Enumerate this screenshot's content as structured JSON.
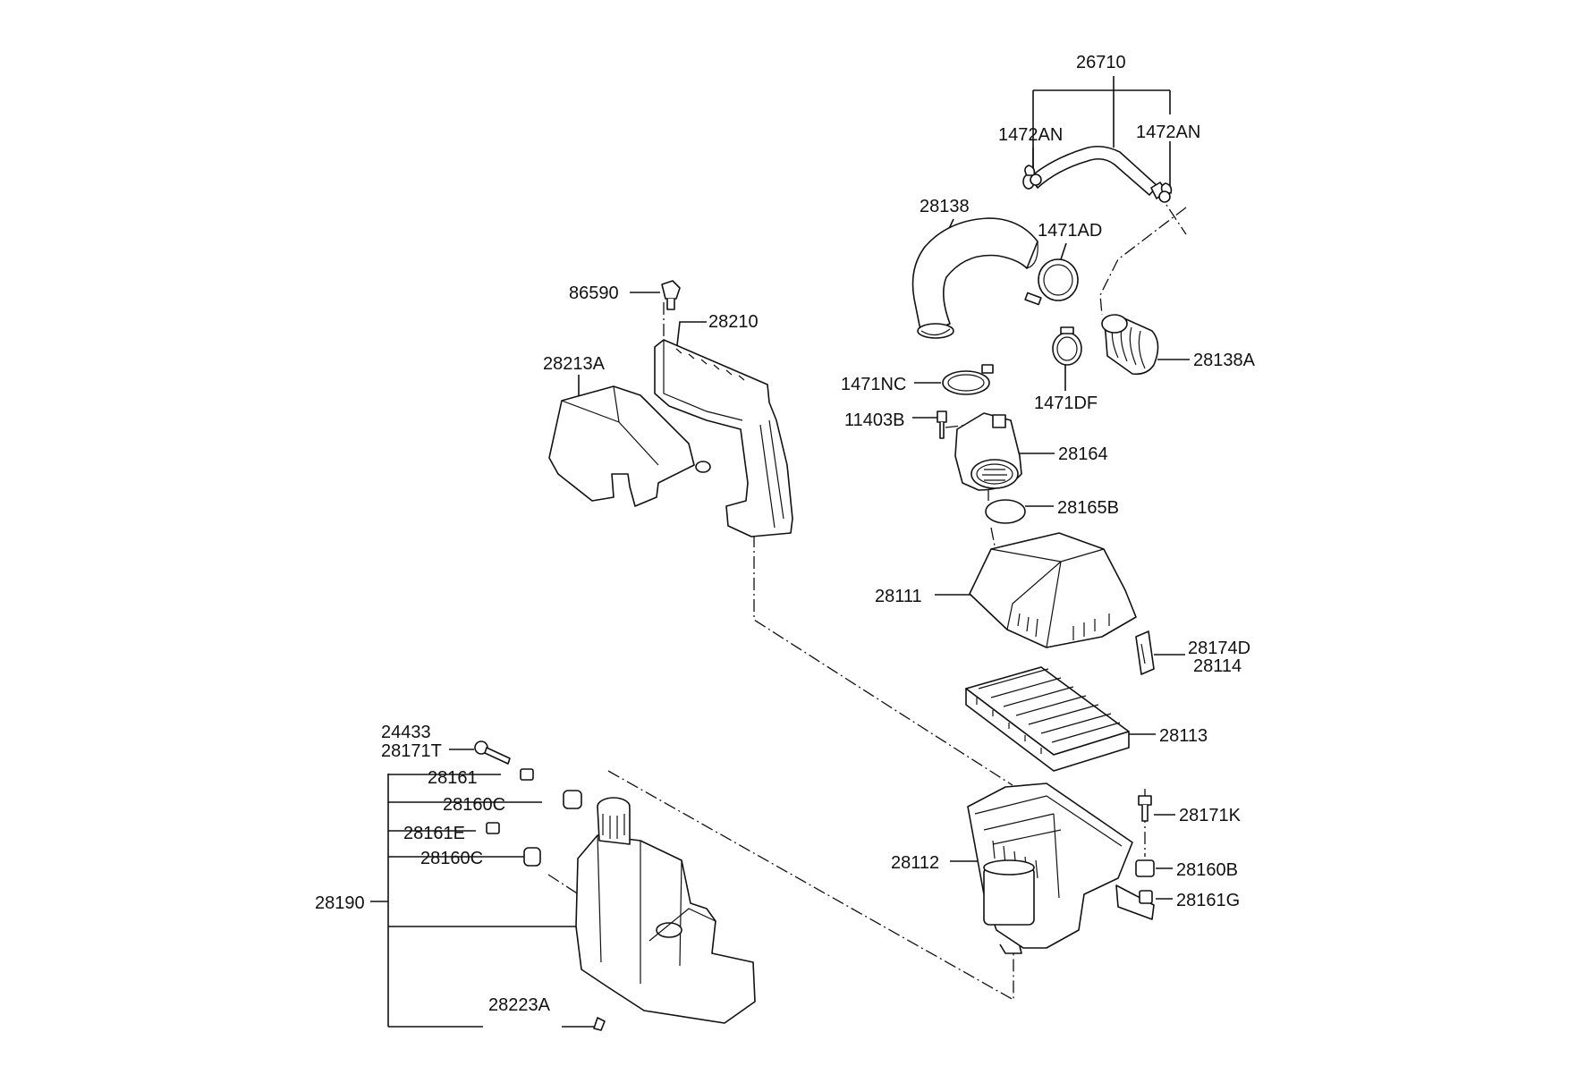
{
  "labels": {
    "p26710": "26710",
    "p1472AN_left": "1472AN",
    "p1472AN_right": "1472AN",
    "p28138": "28138",
    "p1471AD": "1471AD",
    "p86590": "86590",
    "p28210": "28210",
    "p28213A": "28213A",
    "p28138A": "28138A",
    "p1471NC": "1471NC",
    "p1471DF": "1471DF",
    "p11403B": "11403B",
    "p28164": "28164",
    "p28165B": "28165B",
    "p28111": "28111",
    "p28174D": "28174D",
    "p28114": "28114",
    "p28113": "28113",
    "p24433": "24433",
    "p28171T": "28171T",
    "p28161": "28161",
    "p28160C_top": "28160C",
    "p28161E": "28161E",
    "p28160C_bottom": "28160C",
    "p28190": "28190",
    "p28223A": "28223A",
    "p28112": "28112",
    "p28171K": "28171K",
    "p28160B": "28160B",
    "p28161G": "28161G"
  }
}
